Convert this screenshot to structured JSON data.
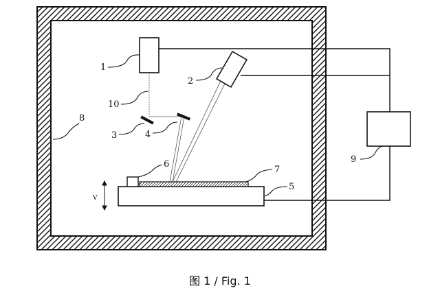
{
  "diagram": {
    "labels": {
      "l1": "1",
      "l2": "2",
      "l3": "3",
      "l4": "4",
      "l5": "5",
      "l6": "6",
      "l7": "7",
      "l8": "8",
      "l9": "9",
      "l10": "10",
      "v": "V"
    },
    "caption": "图 1 / Fig. 1"
  },
  "colors": {
    "line": "#111111",
    "background": "#ffffff"
  }
}
